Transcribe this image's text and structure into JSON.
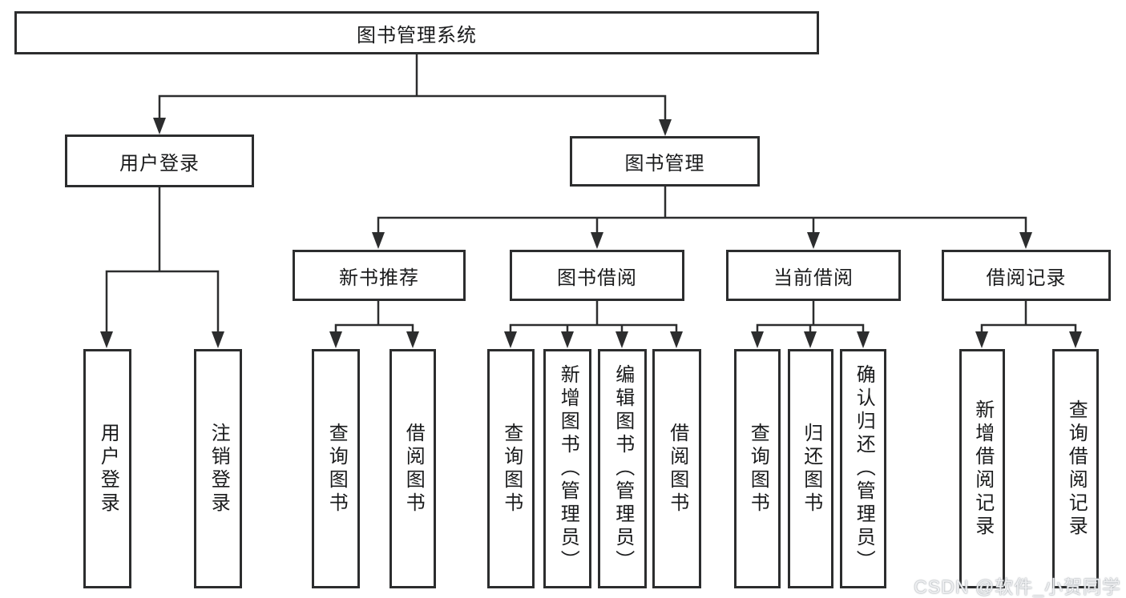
{
  "diagram": {
    "root": {
      "label": "图书管理系统"
    },
    "level2": [
      {
        "label": "用户登录"
      },
      {
        "label": "图书管理"
      }
    ],
    "level3": [
      {
        "label": "新书推荐"
      },
      {
        "label": "图书借阅"
      },
      {
        "label": "当前借阅"
      },
      {
        "label": "借阅记录"
      }
    ],
    "level4": {
      "user_login": [
        {
          "label": "用户登录"
        },
        {
          "label": "注销登录"
        }
      ],
      "new_book": [
        {
          "label": "查询图书"
        },
        {
          "label": "借阅图书"
        }
      ],
      "book_borrow": [
        {
          "label": "查询图书"
        },
        {
          "label": "新增图书（管理员）"
        },
        {
          "label": "编辑图书（管理员）"
        },
        {
          "label": "借阅图书"
        }
      ],
      "current_borrow": [
        {
          "label": "查询图书"
        },
        {
          "label": "归还图书"
        },
        {
          "label": "确认归还（管理员）"
        }
      ],
      "borrow_record": [
        {
          "label": "新增借阅记录"
        },
        {
          "label": "查询借阅记录"
        }
      ]
    }
  },
  "watermark": {
    "text": "CSDN @软件_小贺同学"
  },
  "colors": {
    "line": "#2c2d2e",
    "box_border": "#2c2d2e",
    "text": "#1a1b1c",
    "watermark": "#eff0f2",
    "background": "#ffffff"
  }
}
